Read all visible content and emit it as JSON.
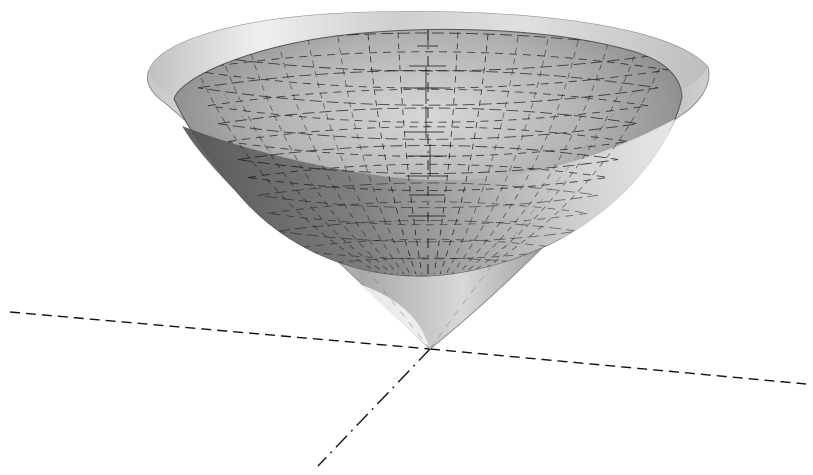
{
  "figure": {
    "type": "3d-surface-diagram",
    "surfaces": [
      "outer-cone",
      "inner-paraboloid"
    ],
    "outer_cone_color": "#b8b8b8",
    "inner_surface_color": "#8f8f8f",
    "mesh_color": "#111111",
    "axis_color": "#111111",
    "background_color": "#ffffff",
    "axes_count": 3,
    "axes_style": "dashed"
  }
}
